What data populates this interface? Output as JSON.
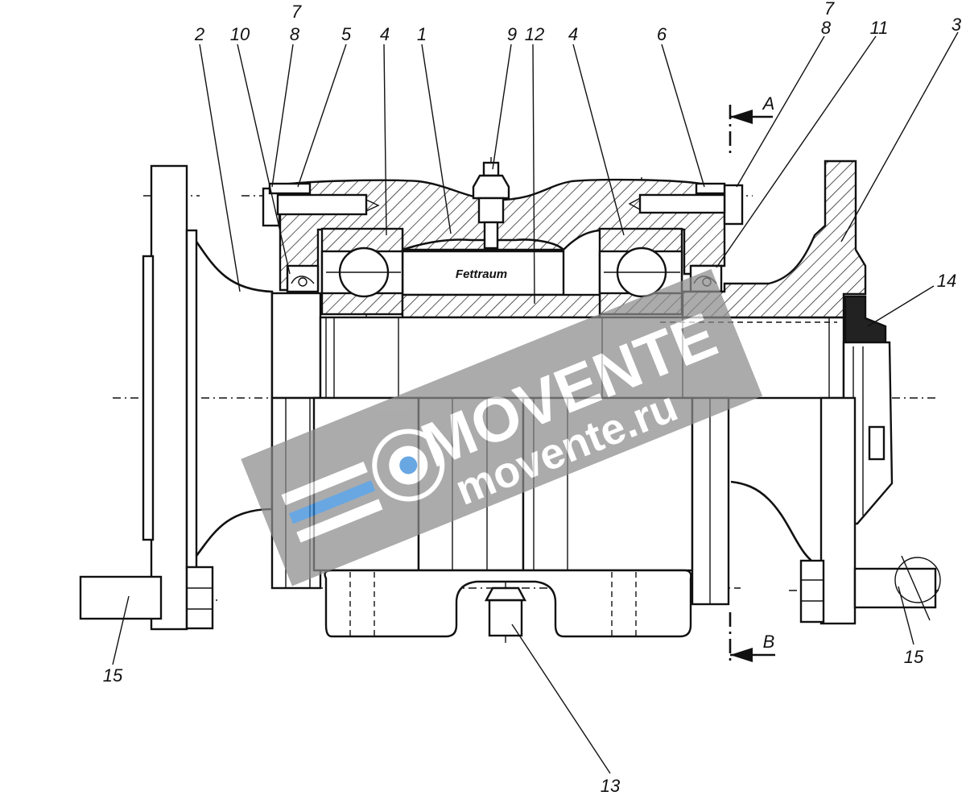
{
  "callouts": [
    {
      "id": "c2",
      "text": "2"
    },
    {
      "id": "c10",
      "text": "10"
    },
    {
      "id": "c7a",
      "text": "7"
    },
    {
      "id": "c8a",
      "text": "8"
    },
    {
      "id": "c5",
      "text": "5"
    },
    {
      "id": "c4a",
      "text": "4"
    },
    {
      "id": "c1",
      "text": "1"
    },
    {
      "id": "c9",
      "text": "9"
    },
    {
      "id": "c12",
      "text": "12"
    },
    {
      "id": "c4b",
      "text": "4"
    },
    {
      "id": "c6",
      "text": "6"
    },
    {
      "id": "c7b",
      "text": "7"
    },
    {
      "id": "c8b",
      "text": "8"
    },
    {
      "id": "c11",
      "text": "11"
    },
    {
      "id": "c3",
      "text": "3"
    },
    {
      "id": "c14",
      "text": "14"
    },
    {
      "id": "c15a",
      "text": "15"
    },
    {
      "id": "c15b",
      "text": "15"
    },
    {
      "id": "c13",
      "text": "13"
    }
  ],
  "section_marks": {
    "a": "A",
    "b": "B"
  },
  "grease_label": "Fettraum",
  "watermark": {
    "brand": "MOVENTE",
    "domain": "movente.ru"
  }
}
